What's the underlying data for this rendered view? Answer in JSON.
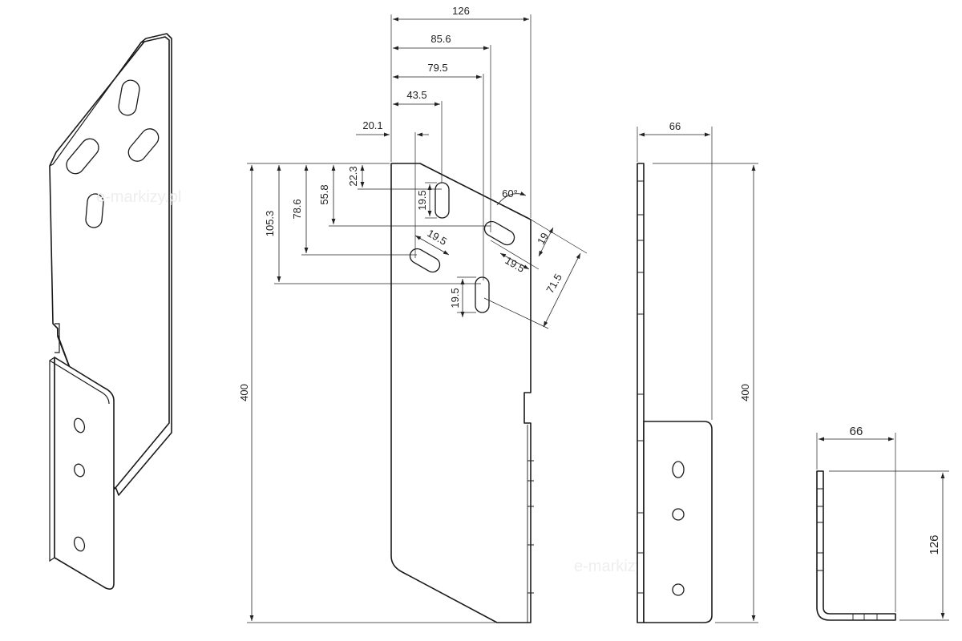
{
  "watermark": "e-markizy.pl",
  "front_view": {
    "dim_width_total": "126",
    "dim_slot_far": "85.6",
    "dim_slot_mid": "79.5",
    "dim_slot_top": "43.5",
    "dim_slot_left": "20.1",
    "dim_v_22_3": "22.3",
    "dim_v_55_8": "55.8",
    "dim_v_78_6": "78.6",
    "dim_v_105_3": "105.3",
    "dim_slot_len_a": "19.5",
    "dim_slot_len_b": "19.5",
    "dim_slot_len_c": "19.5",
    "dim_slot_len_d": "19.5",
    "dim_19": "19",
    "dim_71_5": "71.5",
    "dim_angle": "60°",
    "dim_height": "400"
  },
  "side_view": {
    "dim_width": "66",
    "dim_height": "400"
  },
  "end_view": {
    "dim_width": "66",
    "dim_height": "126"
  }
}
